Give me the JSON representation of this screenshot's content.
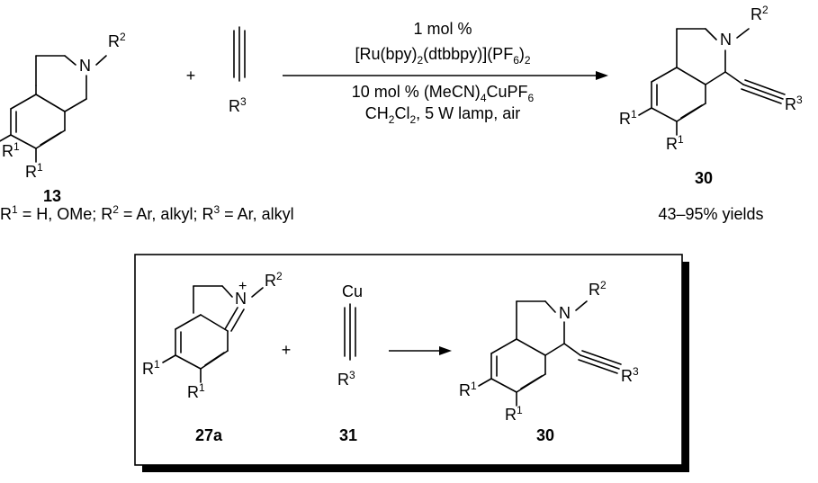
{
  "scheme": {
    "top": {
      "reactant1": {
        "label": "13",
        "atoms": {
          "n": "N",
          "r2": "R",
          "r2_sup": "2",
          "r1": "R",
          "r1_sup": "1"
        }
      },
      "plus": "+",
      "reactant2": {
        "substituent": "R",
        "substituent_sup": "3"
      },
      "conditions": {
        "line1": "1 mol %",
        "line2": {
          "a": "[Ru(bpy)",
          "b": "2",
          "c": "(dtbbpy)](PF",
          "d": "6",
          "e": ")",
          "f": "2"
        },
        "line3": {
          "a": "10 mol % (MeCN)",
          "b": "4",
          "c": "CuPF",
          "d": "6"
        },
        "line4": {
          "a": "CH",
          "b": "2",
          "c": "Cl",
          "d": "2",
          "e": ", 5 W lamp, air"
        }
      },
      "product": {
        "label": "30",
        "atoms": {
          "n": "N",
          "r2": "R",
          "r2_sup": "2",
          "r3": "R",
          "r3_sup": "3",
          "r1": "R",
          "r1_sup": "1"
        },
        "yield": "43–95% yields"
      },
      "substituents": {
        "p1": "R",
        "s1": "1",
        "p2": " = H, OMe; R",
        "s2": "2",
        "p3": " = Ar, alkyl; R",
        "s3": "3",
        "p4": " = Ar, alkyl"
      }
    },
    "mechanism": {
      "iminium": {
        "label": "27a",
        "atoms": {
          "n": "N",
          "charge": "+",
          "r2": "R",
          "r2_sup": "2",
          "r1": "R",
          "r1_sup": "1"
        }
      },
      "plus": "+",
      "acetylide": {
        "label": "31",
        "metal": "Cu",
        "substituent": "R",
        "substituent_sup": "3"
      },
      "product": {
        "label": "30",
        "atoms": {
          "n": "N",
          "r2": "R",
          "r2_sup": "2",
          "r3": "R",
          "r3_sup": "3",
          "r1": "R",
          "r1_sup": "1"
        }
      }
    }
  }
}
